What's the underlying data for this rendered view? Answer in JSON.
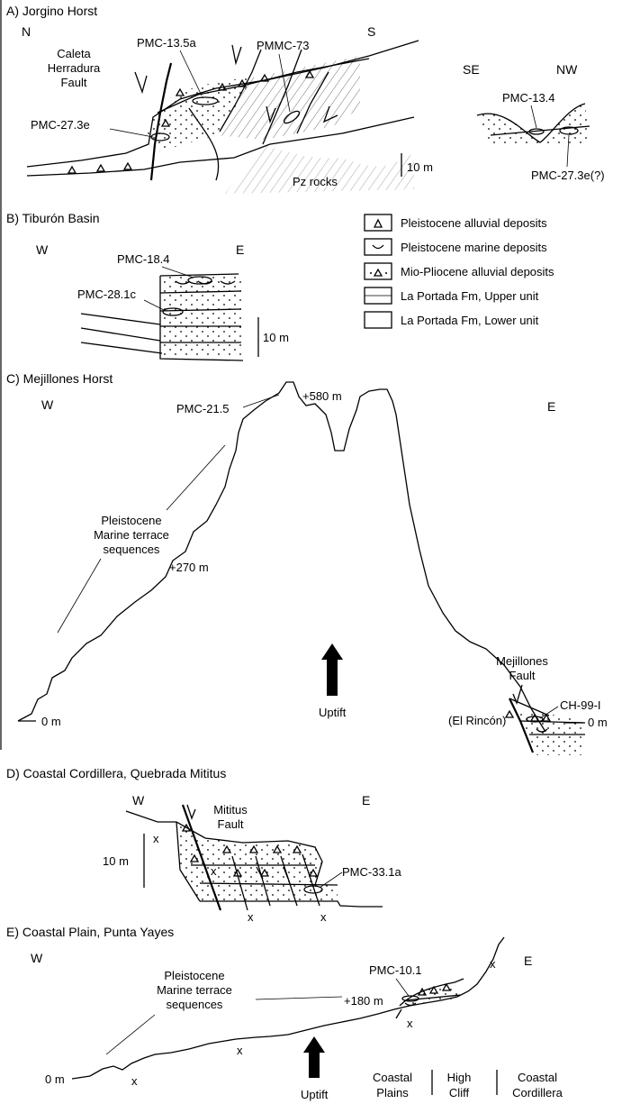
{
  "colors": {
    "ink": "#000000",
    "background": "#ffffff"
  },
  "panel_a": {
    "title": "A) Jorgino Horst",
    "left_dir": "N",
    "right_dir": "S",
    "fault_label": [
      "Caleta",
      "Herradura",
      "Fault"
    ],
    "samples": [
      "PMC-13.5a",
      "PMMC-73",
      "PMC-27.3e"
    ],
    "rock_label": "Pz rocks",
    "scale": "10 m",
    "inset_left_dir": "SE",
    "inset_right_dir": "NW",
    "inset_samples": [
      "PMC-13.4",
      "PMC-27.3e(?)"
    ]
  },
  "panel_b": {
    "title": "B) Tiburón Basin",
    "left_dir": "W",
    "right_dir": "E",
    "samples": [
      "PMC-18.4",
      "PMC-28.1c"
    ],
    "scale": "10 m"
  },
  "legend": [
    {
      "icon": "triangle-icon",
      "label": "Pleistocene alluvial deposits"
    },
    {
      "icon": "shell-icon",
      "label": "Pleistocene marine deposits"
    },
    {
      "icon": "dot-triangle-icon",
      "label": "Mio-Pliocene alluvial deposits"
    },
    {
      "icon": "dots-icon",
      "label": "La Portada Fm, Upper unit"
    },
    {
      "icon": "hatch-icon",
      "label": "La Portada Fm, Lower unit"
    }
  ],
  "panel_c": {
    "title": "C) Mejillones Horst",
    "left_dir": "W",
    "right_dir": "E",
    "sample_top": "PMC-21.5",
    "elev_top": "+580  m",
    "terraces": [
      "Pleistocene",
      "Marine terrace",
      "sequences"
    ],
    "elev_mid": "+270  m",
    "elev_base": "0 m",
    "uplift": "Uptift",
    "fault_label": [
      "Mejillones",
      "Fault"
    ],
    "sample_right": "CH-99-I",
    "place": "(El Rincón)",
    "elev_right": "0 m"
  },
  "panel_d": {
    "title": "D) Coastal Cordillera, Quebrada Mititus",
    "left_dir": "W",
    "right_dir": "E",
    "fault_label": [
      "Mititus",
      "Fault"
    ],
    "scale": "10 m",
    "sample": "PMC-33.1a",
    "basement_mark": "x"
  },
  "panel_e": {
    "title": "E) Coastal Plain, Punta Yayes",
    "left_dir": "W",
    "right_dir": "E",
    "sample": "PMC-10.1",
    "terraces": [
      "Pleistocene",
      "Marine terrace",
      "sequences"
    ],
    "elev": "+180 m",
    "elev_base": "0 m",
    "uplift": "Uptift",
    "zones": [
      [
        "Coastal",
        "Plains"
      ],
      [
        "High",
        "Cliff"
      ],
      [
        "Coastal",
        "Cordillera"
      ]
    ],
    "basement_mark": "x"
  }
}
